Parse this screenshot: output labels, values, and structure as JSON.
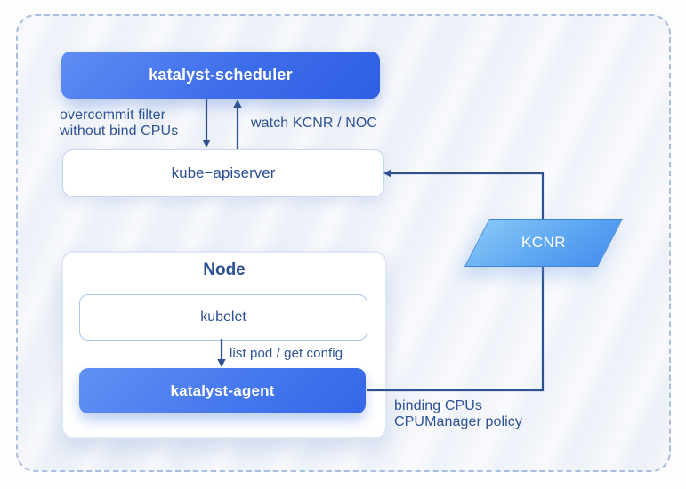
{
  "diagram": {
    "nodes": {
      "scheduler": {
        "label": "katalyst-scheduler"
      },
      "apiserver": {
        "label": "kube−apiserver"
      },
      "node_group": {
        "label": "Node"
      },
      "kubelet": {
        "label": "kubelet"
      },
      "agent": {
        "label": "katalyst-agent"
      },
      "kcnr": {
        "label": "KCNR"
      }
    },
    "edges": {
      "scheduler_to_apiserver": {
        "label_line1": "overcommit filter",
        "label_line2": "without bind CPUs"
      },
      "apiserver_to_scheduler": {
        "label": "watch KCNR / NOC"
      },
      "kubelet_to_agent": {
        "label": "list pod / get config"
      },
      "agent_to_apiserver": {
        "label_line1": "binding CPUs",
        "label_line2": "CPUManager policy"
      }
    },
    "colors": {
      "box_gradient_start": "#5e8df3",
      "box_gradient_end": "#2e5ee3",
      "agent_gradient_start": "#5f91f4",
      "agent_gradient_end": "#3566e7",
      "kcnr_gradient_start": "#85c5f6",
      "kcnr_gradient_end": "#4891ee",
      "connector_line": "#2e5191",
      "label_text": "#2d5296",
      "dashed_border": "#a9bedd",
      "panel_background": "#eff2f8"
    }
  }
}
